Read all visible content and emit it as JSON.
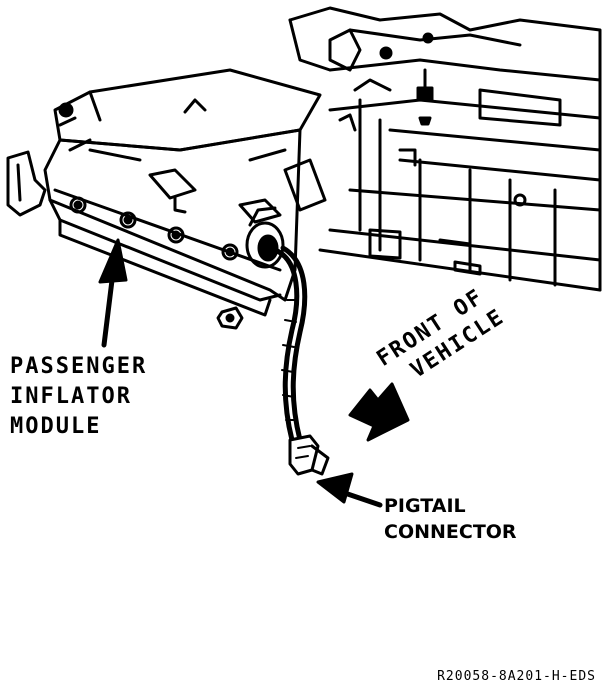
{
  "labels": {
    "module_line1": "PASSENGER",
    "module_line2": "INFLATOR",
    "module_line3": "MODULE",
    "front_line1": "FRONT OF",
    "front_line2": "VEHICLE",
    "pigtail_line1": "PIGTAIL",
    "pigtail_line2": "CONNECTOR"
  },
  "figure_id": "R20058-8A201-H-EDS"
}
